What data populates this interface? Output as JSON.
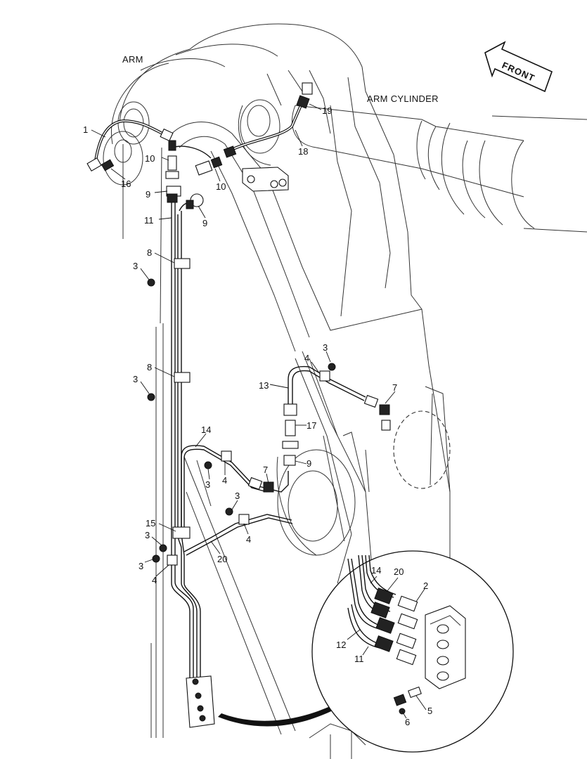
{
  "labels": {
    "arm": "ARM",
    "arm_cylinder": "ARM CYLINDER",
    "front": "FRONT"
  },
  "callouts": [
    {
      "id": "c1",
      "text": "1"
    },
    {
      "id": "c10a",
      "text": "10"
    },
    {
      "id": "c16",
      "text": "16"
    },
    {
      "id": "c9a",
      "text": "9"
    },
    {
      "id": "c11",
      "text": "11"
    },
    {
      "id": "c9b",
      "text": "9"
    },
    {
      "id": "c10b",
      "text": "10"
    },
    {
      "id": "c19",
      "text": "19"
    },
    {
      "id": "c18",
      "text": "18"
    },
    {
      "id": "c8a",
      "text": "8"
    },
    {
      "id": "c3a",
      "text": "3"
    },
    {
      "id": "c8b",
      "text": "8"
    },
    {
      "id": "c3b",
      "text": "3"
    },
    {
      "id": "c3c",
      "text": "3"
    },
    {
      "id": "c4a",
      "text": "4"
    },
    {
      "id": "c13",
      "text": "13"
    },
    {
      "id": "c7a",
      "text": "7"
    },
    {
      "id": "c17",
      "text": "17"
    },
    {
      "id": "c14a",
      "text": "14"
    },
    {
      "id": "c3d",
      "text": "3"
    },
    {
      "id": "c4b",
      "text": "4"
    },
    {
      "id": "c9c",
      "text": "9"
    },
    {
      "id": "c7b",
      "text": "7"
    },
    {
      "id": "c3e",
      "text": "3"
    },
    {
      "id": "c4c",
      "text": "4"
    },
    {
      "id": "c15",
      "text": "15"
    },
    {
      "id": "c3f",
      "text": "3"
    },
    {
      "id": "c3g",
      "text": "3"
    },
    {
      "id": "c20a",
      "text": "20"
    },
    {
      "id": "c4d",
      "text": "4"
    },
    {
      "id": "c14b",
      "text": "14"
    },
    {
      "id": "c20b",
      "text": "20"
    },
    {
      "id": "c2",
      "text": "2"
    },
    {
      "id": "c12",
      "text": "12"
    },
    {
      "id": "c11b",
      "text": "11"
    },
    {
      "id": "c5",
      "text": "5"
    },
    {
      "id": "c6",
      "text": "6"
    }
  ]
}
